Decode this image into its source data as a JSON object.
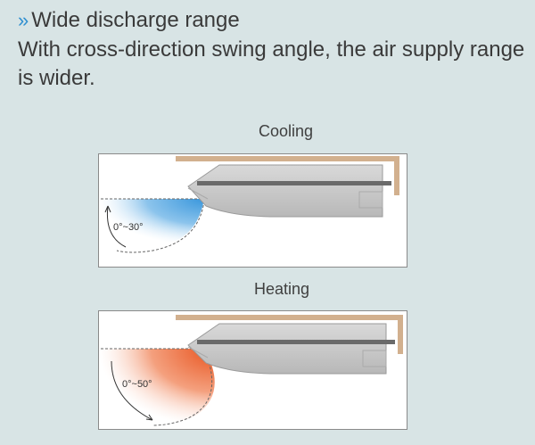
{
  "header": {
    "chevron": "»",
    "title": "Wide discharge range",
    "description": "With cross-direction swing angle, the air supply range is wider."
  },
  "cooling": {
    "label": "Cooling",
    "angle": "0°~30°",
    "color": "#3a97dc"
  },
  "heating": {
    "label": "Heating",
    "angle": "0°~50°",
    "color": "#e8531e"
  },
  "colors": {
    "background": "#d8e4e5",
    "accent": "#2f8fd0",
    "wall": "#d2b08e",
    "unit": "#cfcfcf"
  }
}
